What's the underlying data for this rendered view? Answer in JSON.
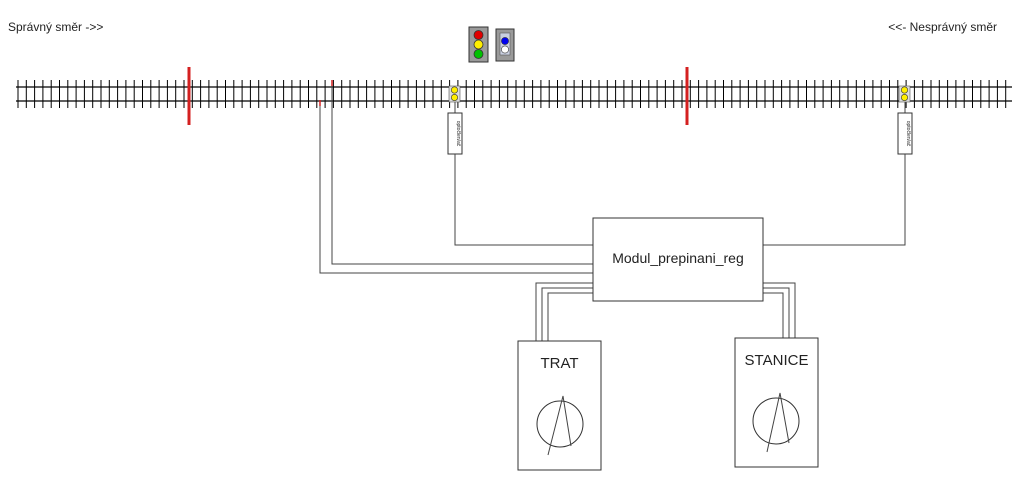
{
  "labels": {
    "direction_correct": "Správný směr ->>",
    "direction_wrong": "<<- Nesprávný směr",
    "module": "Modul_prepinani_reg",
    "box_trat": "TRAT",
    "box_stanice": "STANICE",
    "sensor": "optočlen/ač"
  },
  "colors": {
    "track": "#000000",
    "divider": "#d42020",
    "signal_red": "#e00000",
    "signal_yellow": "#ffee00",
    "signal_green": "#00c000",
    "signal_blue": "#0000ee",
    "signal_white": "#ffffff",
    "wire": "#444444"
  },
  "icons": {
    "traffic_light": "traffic-light-icon",
    "shunting_signal": "shunting-signal-icon",
    "meter": "gauge-meter-icon"
  }
}
